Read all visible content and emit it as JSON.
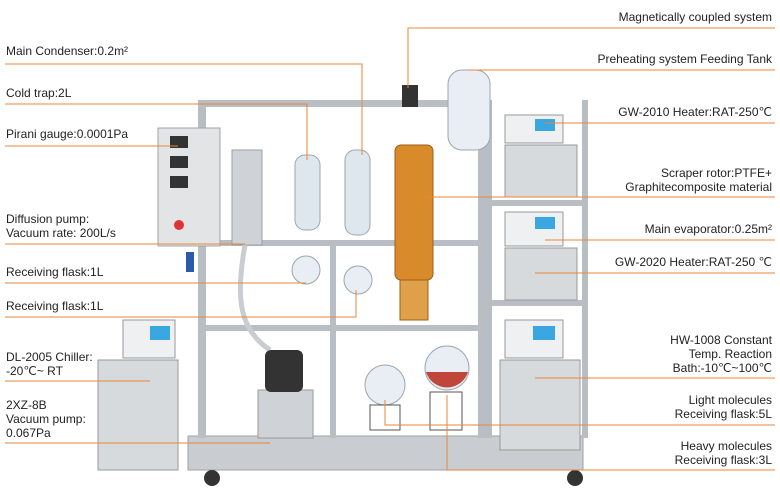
{
  "labels_left": [
    {
      "id": "main-condenser",
      "text": "Main Condenser:0.2m²"
    },
    {
      "id": "cold-trap",
      "text": "Cold trap:2L"
    },
    {
      "id": "pirani-gauge",
      "text": "Pirani gauge:0.0001Pa"
    },
    {
      "id": "diffusion-pump",
      "lines": [
        "Diffusion pump:",
        "Vacuum rate: 200L/s"
      ]
    },
    {
      "id": "receiving-flask-1",
      "text": "Receiving flask:1L"
    },
    {
      "id": "receiving-flask-2",
      "text": "Receiving flask:1L"
    },
    {
      "id": "chiller",
      "lines": [
        "DL-2005 Chiller:",
        "-20℃~ RT"
      ]
    },
    {
      "id": "vacuum-pump",
      "lines": [
        "2XZ-8B",
        "Vacuum pump:",
        "0.067Pa"
      ]
    }
  ],
  "labels_right": [
    {
      "id": "magnetic-system",
      "text": "Magnetically coupled system"
    },
    {
      "id": "preheating",
      "text": "Preheating system Feeding Tank"
    },
    {
      "id": "gw2010",
      "text": "GW-2010 Heater:RAT-250℃"
    },
    {
      "id": "scraper",
      "lines": [
        "Scraper rotor:PTFE+",
        "Graphitecomposite material"
      ]
    },
    {
      "id": "main-evaporator",
      "text": "Main evaporator:0.25m²"
    },
    {
      "id": "gw2020",
      "text": "GW-2020 Heater:RAT-250 ℃"
    },
    {
      "id": "hw1008",
      "lines": [
        "HW-1008 Constant",
        "Temp. Reaction",
        "Bath:-10℃~100℃"
      ]
    },
    {
      "id": "light-molecules",
      "lines": [
        "Light molecules",
        "Receiving flask:5L"
      ]
    },
    {
      "id": "heavy-molecules",
      "lines": [
        "Heavy molecules",
        "Receiving flask:3L"
      ]
    }
  ],
  "colors": {
    "leader": "#e8863a",
    "frame": "#b9bec4",
    "glass": "#dfe7ee",
    "amber": "#d98b2b",
    "device": "#d7dadd",
    "screen": "#3aa7e0"
  }
}
